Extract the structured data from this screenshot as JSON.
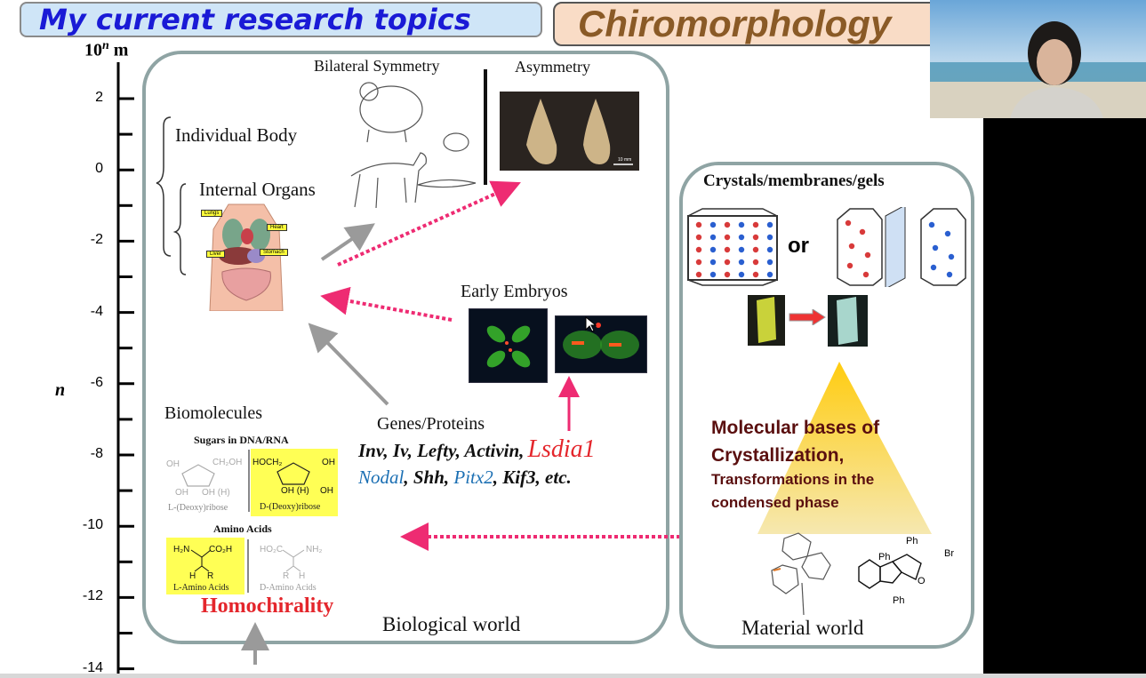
{
  "titles": {
    "main": "My current research topics",
    "secondary": "Chiromorphology"
  },
  "axis": {
    "unit_label": "10",
    "exponent": "n",
    "unit_suffix": " m",
    "variable": "n",
    "ticks": [
      "2",
      "0",
      "-2",
      "-4",
      "-6",
      "-8",
      "-10",
      "-12",
      "-14"
    ]
  },
  "biology": {
    "individual_body": "Individual Body",
    "internal_organs": "Internal Organs",
    "organ_tags": [
      "Lungs",
      "Heart",
      "Liver",
      "Stomach"
    ],
    "bilateral": "Bilateral Symmetry",
    "asymmetry": "Asymmetry",
    "scale_bar": "10 mm",
    "early_embryos": "Early Embryos",
    "biomolecules": "Biomolecules",
    "sugars_title": "Sugars in DNA/RNA",
    "l_sugar": "L-(Deoxy)ribose",
    "d_sugar": "D-(Deoxy)ribose",
    "amino_title": "Amino Acids",
    "l_amino": "L-Amino Acids",
    "d_amino": "D-Amino Acids",
    "homochirality": "Homochirality",
    "genes_title": "Genes/Proteins",
    "genes_line1": "Inv, Iv, Lefty, Activin,",
    "lsdia1": "Lsdia1",
    "nodal": "Nodal",
    "genes_mid": ", Shh, ",
    "pitx2": "Pitx2",
    "genes_end": ", Kif3, etc.",
    "world_label": "Biological world"
  },
  "material": {
    "crystals_title": "Crystals/membranes/gels",
    "or": "or",
    "molecular_line1": "Molecular bases of",
    "molecular_line2": "Crystallization,",
    "molecular_line3": "Transformations in the",
    "molecular_line4": "condensed phase",
    "ph": "Ph",
    "br": "Br",
    "o": "O",
    "world_label": "Material world"
  },
  "colors": {
    "title_blue": "#1a1ad6",
    "title_brown": "#8a5a26",
    "red_text": "#e4262c",
    "blue_text": "#1b6fb3",
    "pink_arrow": "#ee2b72",
    "gray_arrow": "#9a9a9a",
    "dark_red": "#5a0f0f"
  }
}
